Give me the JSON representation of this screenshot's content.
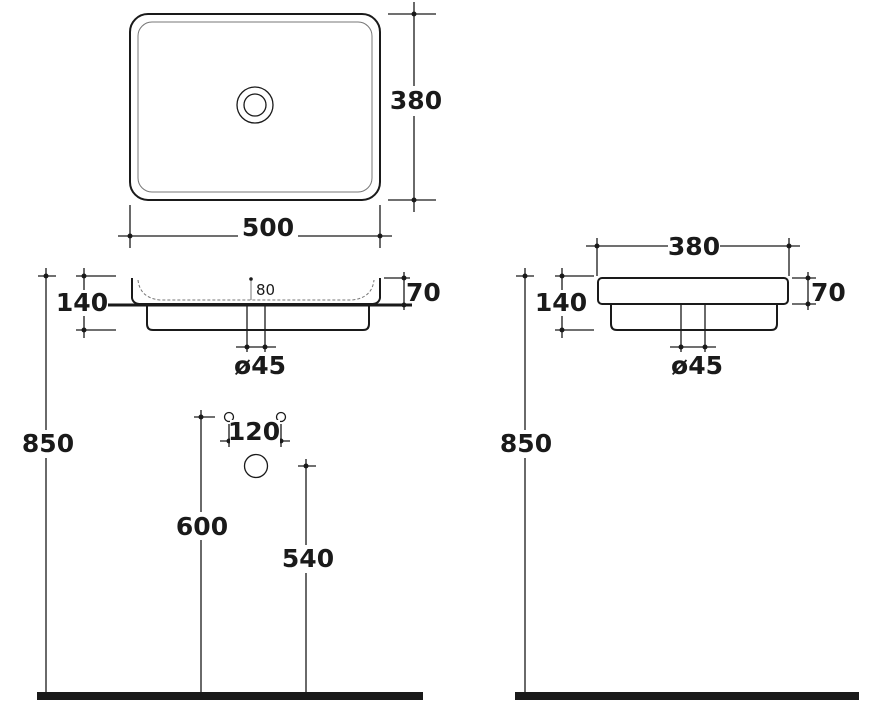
{
  "top_view": {
    "width_label": "500",
    "depth_label": "380"
  },
  "front_view": {
    "height_total": "140",
    "rim": "70",
    "inner": "80",
    "drain": "ø45"
  },
  "wall_view": {
    "tap_spacing": "120",
    "tap_height": "600",
    "drain_height": "540",
    "floor_height": "850"
  },
  "side_view": {
    "depth_label": "380",
    "height_total": "140",
    "rim": "70",
    "drain": "ø45",
    "floor_height": "850"
  }
}
